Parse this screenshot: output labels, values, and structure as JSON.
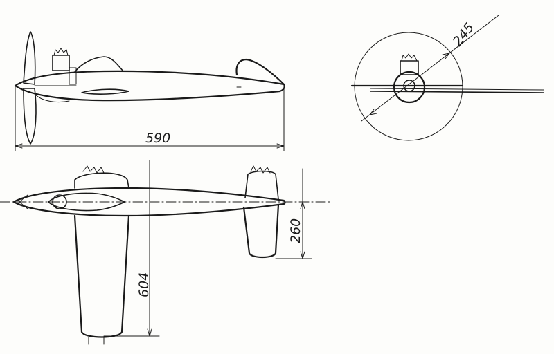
{
  "drawing": {
    "dimensions": {
      "length": "590",
      "prop_diameter": "245",
      "wingspan": "604",
      "tail_span": "260"
    }
  }
}
